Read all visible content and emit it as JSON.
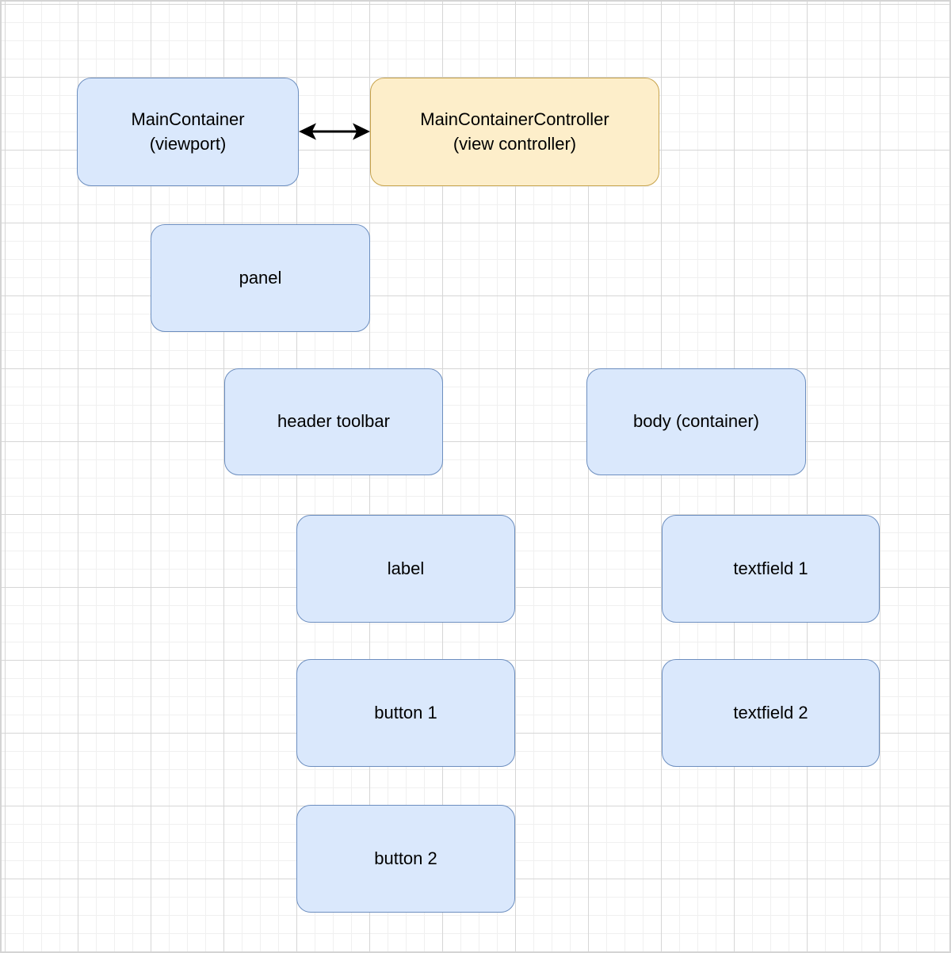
{
  "diagram": {
    "nodes": [
      {
        "id": "main-container",
        "label": "MainContainer",
        "sublabel": "(viewport)"
      },
      {
        "id": "main-container-controller",
        "label": "MainContainerController",
        "sublabel": "(view controller)"
      },
      {
        "id": "panel",
        "label": "panel"
      },
      {
        "id": "header-toolbar",
        "label": "header toolbar"
      },
      {
        "id": "body-container",
        "label": "body (container)"
      },
      {
        "id": "label",
        "label": "label"
      },
      {
        "id": "textfield-1",
        "label": "textfield 1"
      },
      {
        "id": "button-1",
        "label": "button 1"
      },
      {
        "id": "textfield-2",
        "label": "textfield 2"
      },
      {
        "id": "button-2",
        "label": "button 2"
      }
    ],
    "edges": [
      {
        "from": "main-container",
        "to": "main-container-controller",
        "type": "bidirectional-arrow"
      }
    ],
    "colors": {
      "background": "#ffffff",
      "grid_minor": "#f0f0f0",
      "grid_major": "#d6d6d6",
      "canvas_border": "#d4d4d4",
      "node_fill_blue": "#dae8fc",
      "node_border_blue": "#6c8ebf",
      "node_fill_yellow": "#fdeeca",
      "node_border_yellow": "#c7a34c",
      "arrow": "#000000",
      "text": "#000000"
    }
  }
}
